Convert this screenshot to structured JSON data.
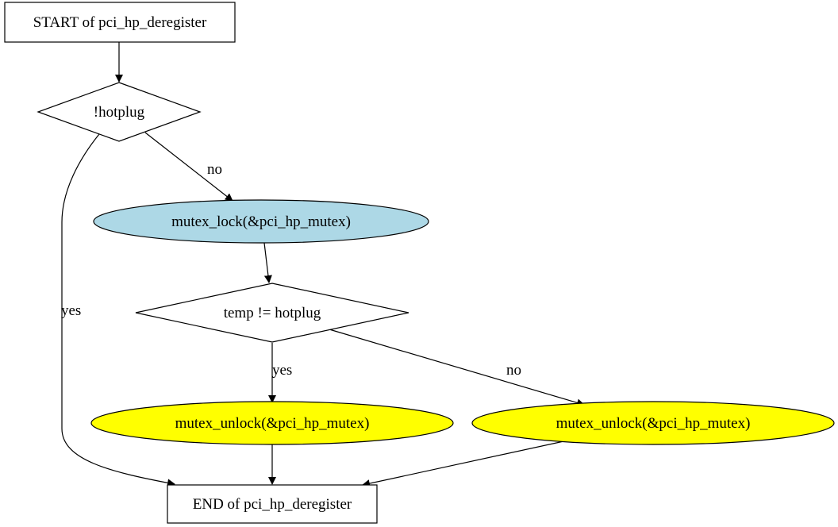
{
  "nodes": {
    "start": {
      "label": "START of pci_hp_deregister",
      "fill": "#ffffff"
    },
    "check_hotplug": {
      "label": "!hotplug",
      "fill": "#ffffff"
    },
    "mutex_lock": {
      "label": "mutex_lock(&pci_hp_mutex)",
      "fill": "#add8e6"
    },
    "check_temp": {
      "label": "temp != hotplug",
      "fill": "#ffffff"
    },
    "unlock_yes": {
      "label": "mutex_unlock(&pci_hp_mutex)",
      "fill": "#ffff00"
    },
    "unlock_no": {
      "label": "mutex_unlock(&pci_hp_mutex)",
      "fill": "#ffff00"
    },
    "end": {
      "label": "END of pci_hp_deregister",
      "fill": "#ffffff"
    }
  },
  "edges": {
    "hotplug_yes": "yes",
    "hotplug_no": "no",
    "temp_yes": "yes",
    "temp_no": "no"
  }
}
